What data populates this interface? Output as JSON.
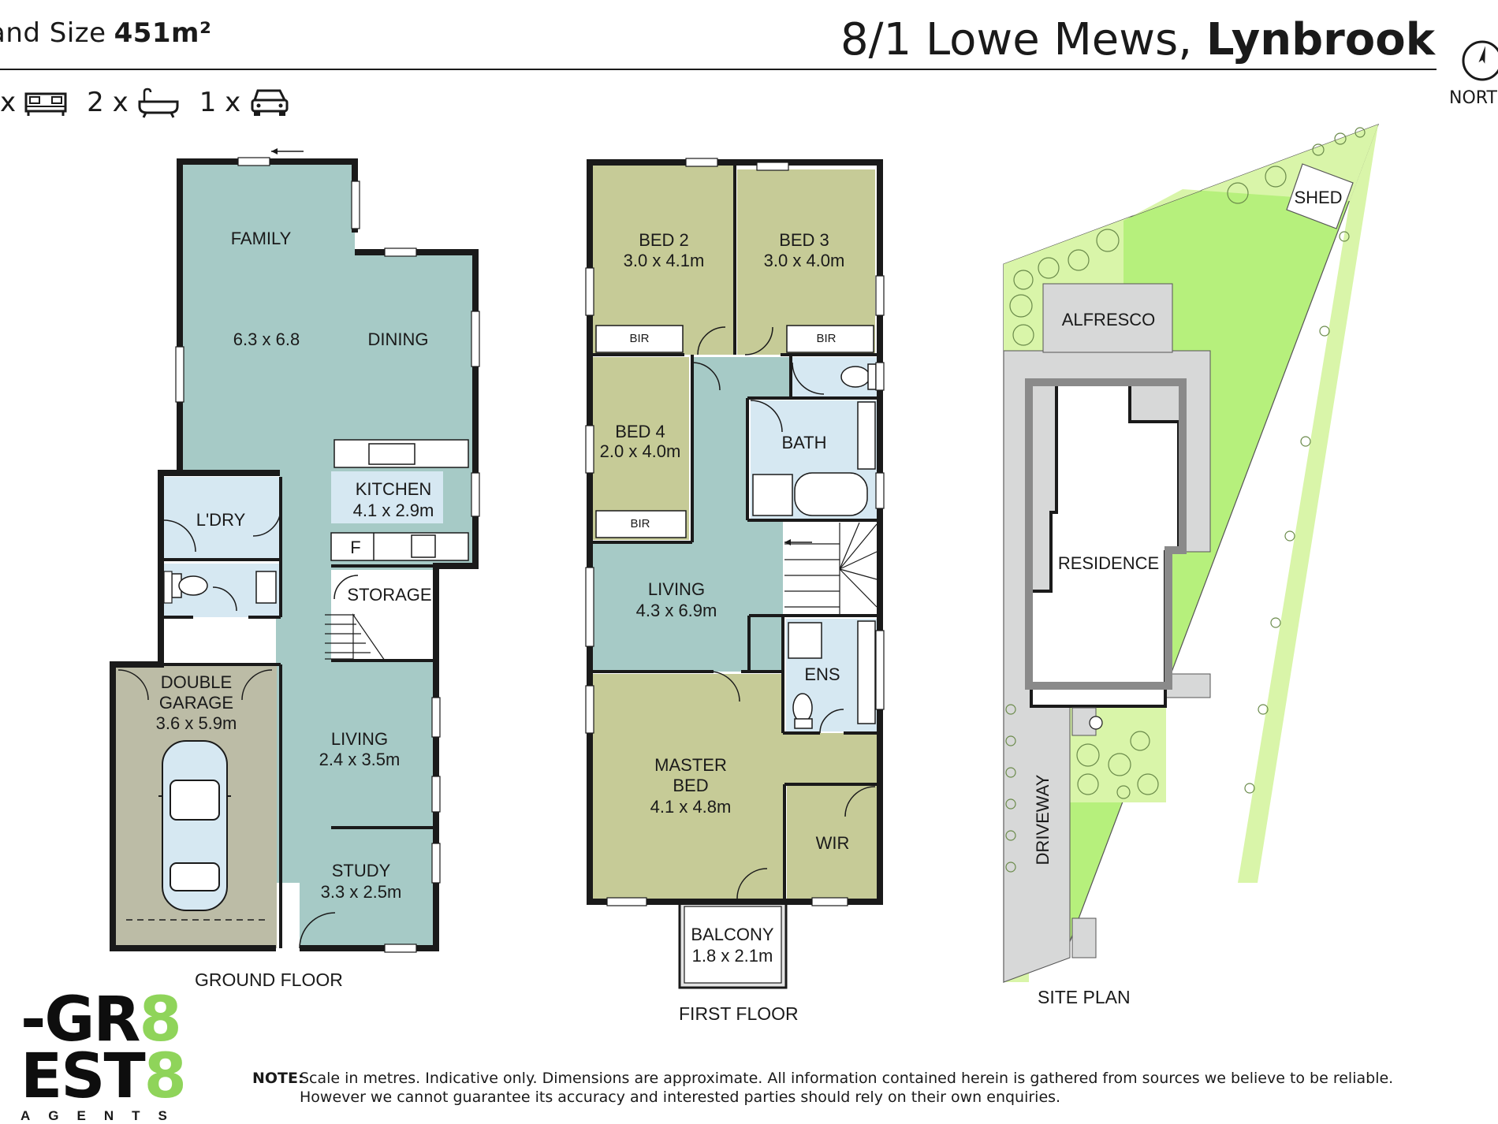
{
  "header": {
    "land_size_label": "and Size",
    "land_size_value": "451m²",
    "address_street": "8/1 Lowe Mews,",
    "address_suburb": "Lynbrook",
    "north_label": "NORT"
  },
  "features": {
    "bed_prefix": "x",
    "bath_count": "2 x",
    "car_count": "1 x",
    "bed_icon": "bed-icon",
    "bath_icon": "bathtub-icon",
    "car_icon": "car-icon"
  },
  "colors": {
    "ground_floor": "#a6cac6",
    "wet_areas": "#d6e8f2",
    "bedrooms": "#c6cb97",
    "garage": "#bcbca6",
    "site_lawn": "#b6f07c",
    "site_garden": "#d9f5a9",
    "site_paving": "#d7d8d8",
    "walls": "#1a1a1a"
  },
  "ground_floor": {
    "caption": "GROUND FLOOR",
    "family": "FAMILY",
    "family_dims": "6.3 x 6.8",
    "dining": "DINING",
    "kitchen": "KITCHEN",
    "kitchen_dims": "4.1 x 2.9m",
    "fridge": "F",
    "laundry": "L'DRY",
    "storage": "STORAGE",
    "garage_l1": "DOUBLE",
    "garage_l2": "GARAGE",
    "garage_dims": "3.6 x 5.9m",
    "living": "LIVING",
    "living_dims": "2.4 x 3.5m",
    "study": "STUDY",
    "study_dims": "3.3 x 2.5m"
  },
  "first_floor": {
    "caption": "FIRST FLOOR",
    "bed2": "BED 2",
    "bed2_dims": "3.0 x 4.1m",
    "bed3": "BED 3",
    "bed3_dims": "3.0 x 4.0m",
    "bed4": "BED 4",
    "bed4_dims": "2.0 x 4.0m",
    "bir": "BIR",
    "bath": "BATH",
    "living": "LIVING",
    "living_dims": "4.3 x 6.9m",
    "ens": "ENS",
    "master_l1": "MASTER",
    "master_l2": "BED",
    "master_dims": "4.1 x 4.8m",
    "wir": "WIR",
    "balcony": "BALCONY",
    "balcony_dims": "1.8 x 2.1m"
  },
  "site_plan": {
    "caption": "SITE PLAN",
    "shed": "SHED",
    "alfresco": "ALFRESCO",
    "residence": "RESIDENCE",
    "driveway": "DRIVEWAY"
  },
  "logo": {
    "line1_prefix": "-GR",
    "line1_suffix": "8",
    "line2_prefix": "EST",
    "line2_suffix": "8",
    "line3": "AGENTS"
  },
  "note": {
    "label": "NOTE:",
    "line1": "Scale in metres. Indicative only. Dimensions are approximate. All information contained herein is gathered from sources we believe to be reliable.",
    "line2": "However we cannot guarantee its accuracy and interested parties should rely on their own enquiries."
  }
}
